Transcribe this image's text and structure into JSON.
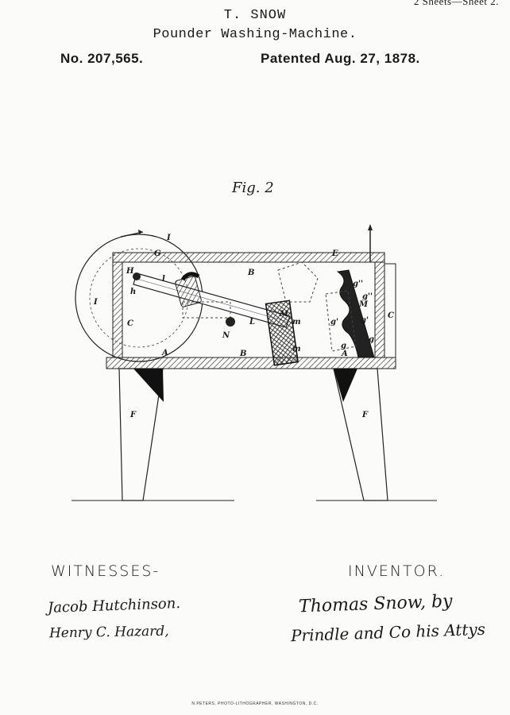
{
  "header": {
    "sheet": "2 Sheets—Sheet 2.",
    "inventor": "T. SNOW",
    "title": "Pounder Washing-Machine.",
    "patent_number": "No. 207,565.",
    "patent_date": "Patented Aug. 27, 1878."
  },
  "figure": {
    "label": "Fig. 2",
    "labels": {
      "A": "A",
      "B": "B",
      "C": "C",
      "E": "E",
      "F": "F",
      "G": "G",
      "H": "H",
      "I": "I",
      "L": "L",
      "M": "M",
      "N": "N",
      "h": "h",
      "l": "l",
      "m": "m",
      "g": "g",
      "g1": "g'",
      "g2": "g''"
    }
  },
  "witnesses": {
    "heading": "WITNESSES-",
    "names": [
      "Jacob Hutchinson.",
      "Henry C. Hazard,"
    ]
  },
  "inventor_block": {
    "heading": "INVENTOR.",
    "signature": "Thomas Snow, by",
    "attorney": "Prindle and Co his Attys"
  },
  "footer": {
    "lithographer": "N.PETERS, PHOTO-LITHOGRAPHER, WASHINGTON, D.C."
  }
}
